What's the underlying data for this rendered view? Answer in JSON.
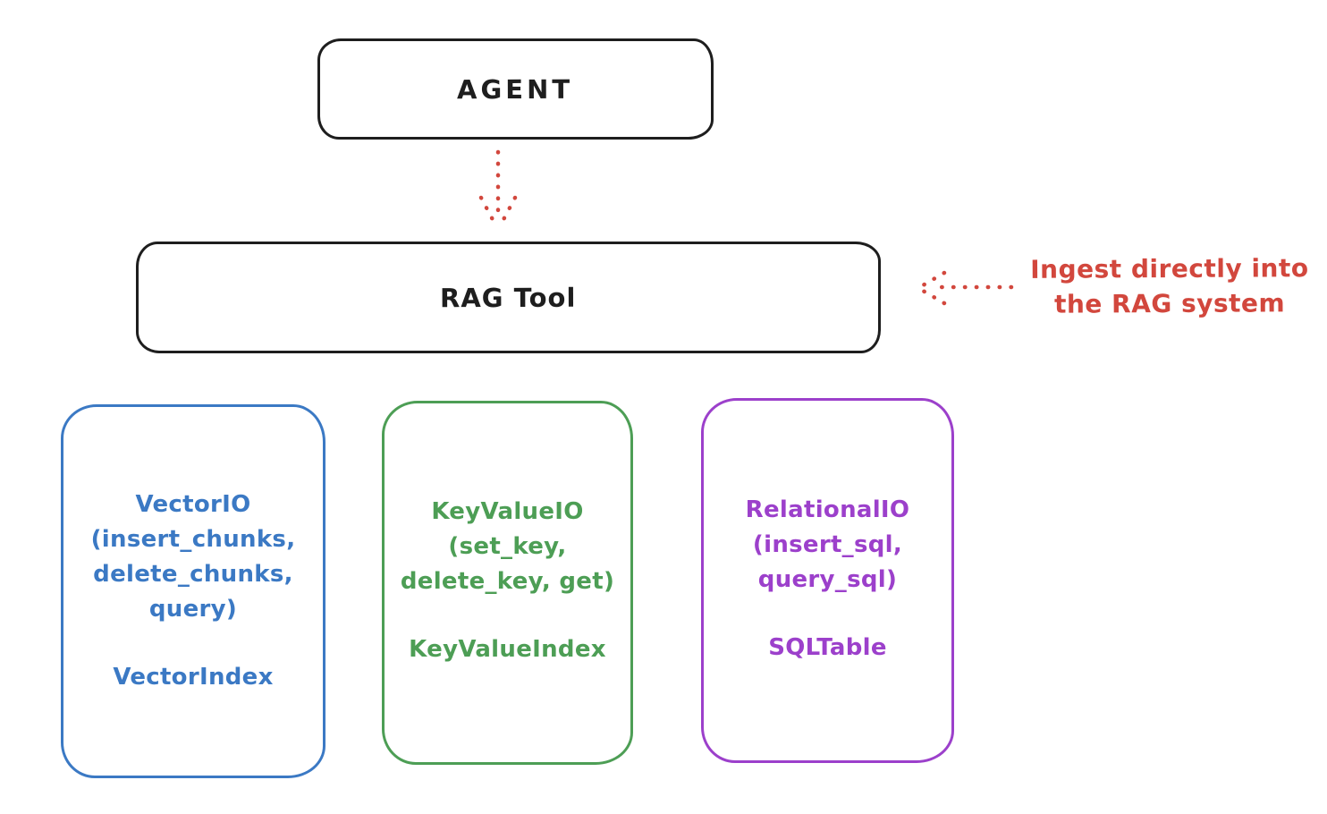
{
  "colors": {
    "ink": "#1e1e1e",
    "red": "#d2473d",
    "blue": "#3b79c4",
    "green": "#4d9e55",
    "purple": "#9c40cb"
  },
  "agent_box": {
    "label": "AGENT"
  },
  "rag_box": {
    "label": "RAG Tool"
  },
  "annotation": {
    "line1": "Ingest directly into",
    "line2": "the RAG system"
  },
  "backend_boxes": [
    {
      "name": "vector-io",
      "color": "#3b79c4",
      "lines": [
        "VectorIO",
        "(insert_chunks,",
        "delete_chunks,",
        "query)"
      ],
      "index_label": "VectorIndex"
    },
    {
      "name": "keyvalue-io",
      "color": "#4d9e55",
      "lines": [
        "KeyValueIO",
        "(set_key,",
        "delete_key, get)"
      ],
      "index_label": "KeyValueIndex"
    },
    {
      "name": "relational-io",
      "color": "#9c40cb",
      "lines": [
        "RelationalIO",
        "(insert_sql,",
        "query_sql)"
      ],
      "index_label": "SQLTable"
    }
  ]
}
